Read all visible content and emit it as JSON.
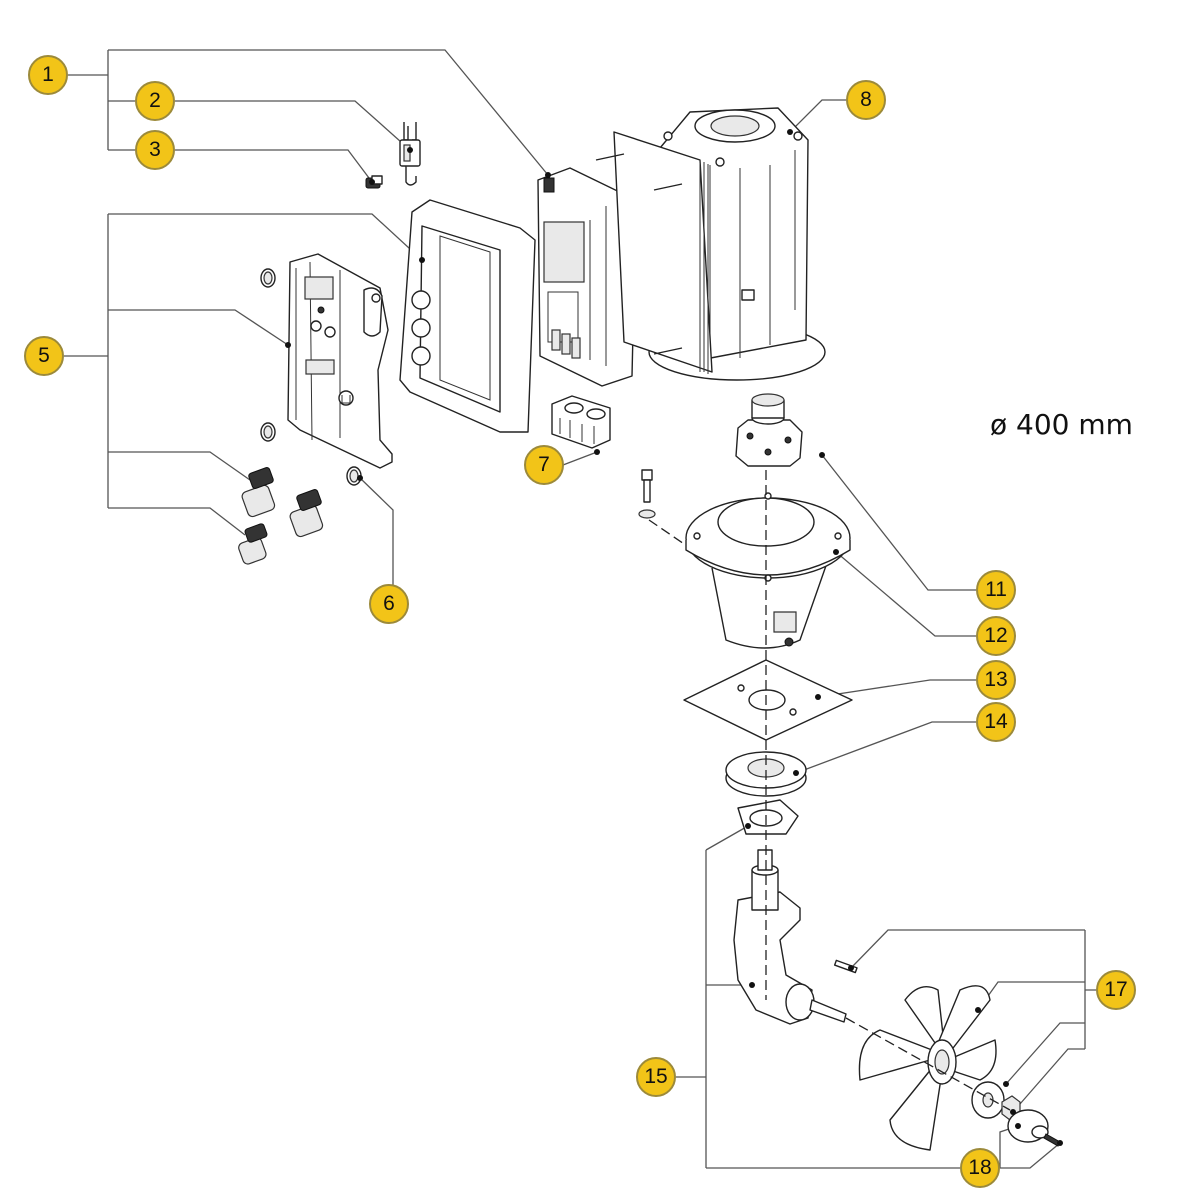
{
  "diagram": {
    "type": "exploded-parts-view",
    "dimension_label": "ø 400 mm",
    "callout_color": "#f2c418",
    "callouts": [
      {
        "number": "1",
        "part": "control-board"
      },
      {
        "number": "2",
        "part": "fuse"
      },
      {
        "number": "3",
        "part": "fuse-clip"
      },
      {
        "number": "5",
        "part": "cover-and-gasket-kit"
      },
      {
        "number": "6",
        "part": "plug"
      },
      {
        "number": "7",
        "part": "terminal-block"
      },
      {
        "number": "8",
        "part": "motor"
      },
      {
        "number": "11",
        "part": "coupling"
      },
      {
        "number": "12",
        "part": "motor-bracket"
      },
      {
        "number": "13",
        "part": "gasket-plate"
      },
      {
        "number": "14",
        "part": "flange"
      },
      {
        "number": "15",
        "part": "gearbox"
      },
      {
        "number": "17",
        "part": "fan-kit"
      },
      {
        "number": "18",
        "part": "hub-cap"
      }
    ]
  }
}
